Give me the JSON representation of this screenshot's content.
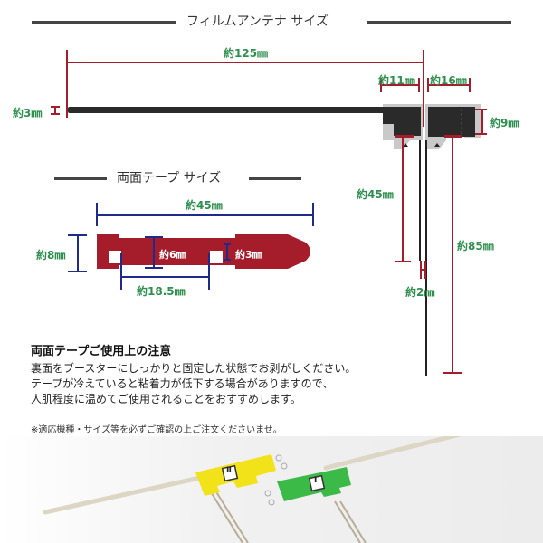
{
  "film_antenna": {
    "title": "フィルムアンテナ サイズ",
    "dims": {
      "length": "約125㎜",
      "tab_left": "約11㎜",
      "tab_right": "約16㎜",
      "width": "約3㎜",
      "tab_height": "約9㎜",
      "lead_short": "約45㎜",
      "lead_long": "約85㎜",
      "lead_gap": "約2㎜"
    }
  },
  "tape": {
    "title": "両面テープ サイズ",
    "dims": {
      "length": "約45㎜",
      "height": "約8㎜",
      "inner": "約6㎜",
      "hole": "約3㎜",
      "spacing": "約18.5㎜"
    },
    "color": "#a51c2a"
  },
  "notes": {
    "heading": "両面テープご使用上の注意",
    "lines": [
      "裏面をブースターにしっかりと固定した状態でお剥がしください。",
      "テープが冷えていると粘着力が低下する場合がありますので、",
      "人肌程度に温めてご使用されることをおすすめします。"
    ],
    "footnote": "※適応機種・サイズ等を必ずご確認の上ご注文くださいませ。"
  },
  "photo": {
    "yellow_label": "Ⅱ",
    "green_label": "Ⅰ",
    "yellow_color": "#f2e21a",
    "green_color": "#3cba48"
  }
}
